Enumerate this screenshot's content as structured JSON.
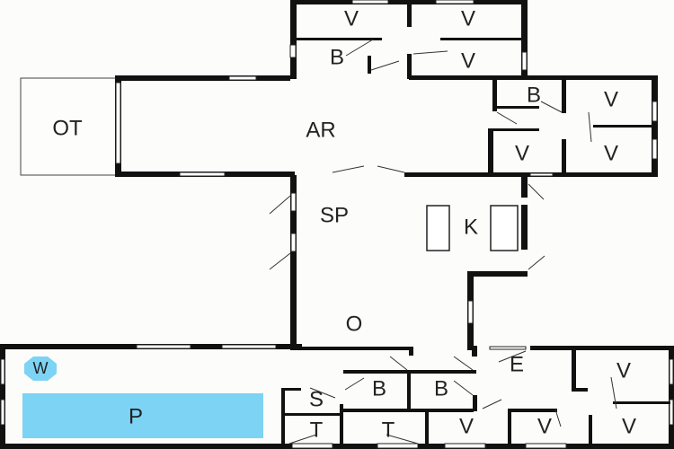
{
  "plan": {
    "colors": {
      "pool": "#7dd3f3",
      "wall": "#111111",
      "floor": "#fcfcfa"
    },
    "labels": {
      "top_v1": "V",
      "top_v2": "V",
      "top_b": "B",
      "top_v3": "V",
      "ot": "OT",
      "ar": "AR",
      "right_b": "B",
      "right_v1": "V",
      "right_v2": "V",
      "right_v3": "V",
      "sp": "SP",
      "k": "K",
      "o": "O",
      "w": "W",
      "p": "P",
      "e": "E",
      "bot_b1": "B",
      "bot_b2": "B",
      "s": "S",
      "t1": "T",
      "t2": "T",
      "bot_v1": "V",
      "bot_v2": "V",
      "bot_v3": "V",
      "bot_v4": "V"
    }
  }
}
